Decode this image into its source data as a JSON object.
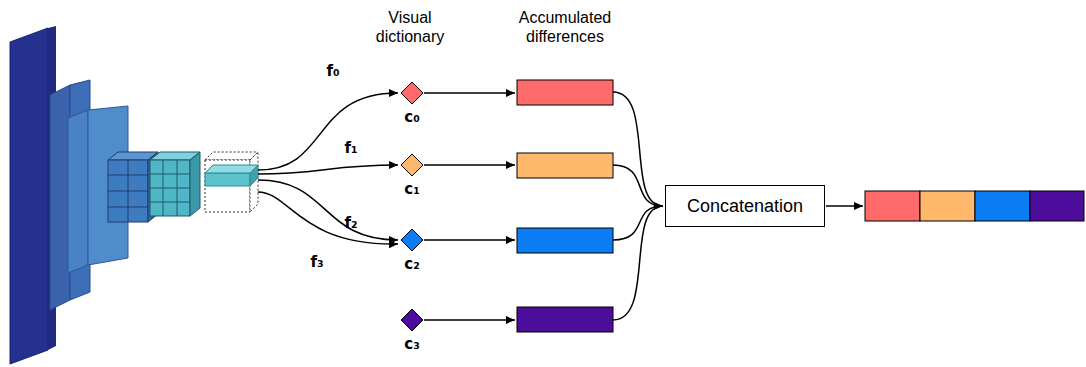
{
  "diagram": {
    "nodes": [
      {
        "text": [
          "c₀"
        ]
      },
      {
        "text": [
          "c₁"
        ]
      },
      {
        "text": [
          "c₂"
        ]
      },
      {
        "text": [
          "c₃"
        ]
      },
      {
        "text": [
          "Concatenation"
        ]
      }
    ],
    "labels": [
      "Visual dictionary",
      "Accumulated differences",
      "f₀",
      "f₁",
      "f₂",
      "f₃"
    ]
  }
}
